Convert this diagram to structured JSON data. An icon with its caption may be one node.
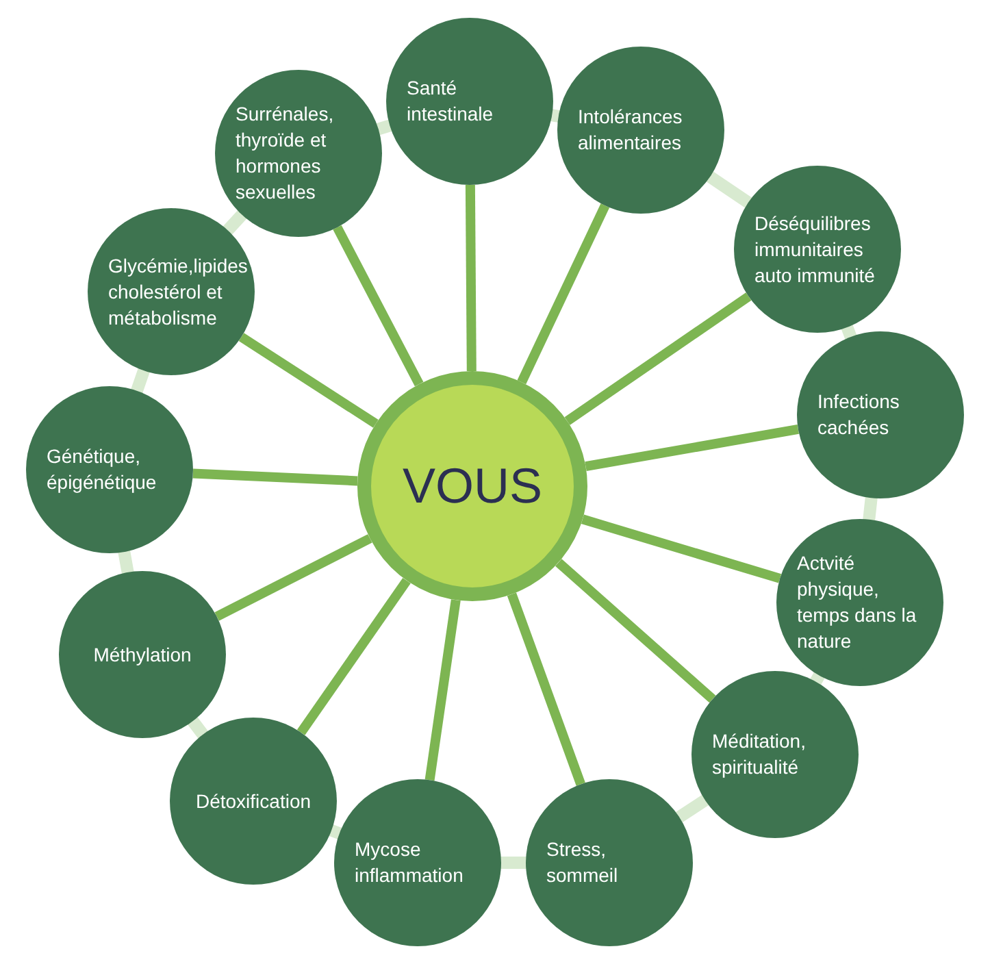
{
  "diagram": {
    "nodes": [
      {
        "text": [
          "VOUS"
        ]
      },
      {
        "text": [
          "Santé intestinale"
        ]
      },
      {
        "text": [
          "Intolérances alimentaires"
        ]
      },
      {
        "text": [
          "Déséquilibres immunitaires auto immunité"
        ]
      },
      {
        "text": [
          "Infections cachées"
        ]
      },
      {
        "text": [
          "Actvité physique, temps dans la nature"
        ]
      },
      {
        "text": [
          "Méditation, spiritualité"
        ]
      },
      {
        "text": [
          "Stress, sommeil"
        ]
      },
      {
        "text": [
          "Mycose inflammation"
        ]
      },
      {
        "text": [
          "Détoxification"
        ]
      },
      {
        "text": [
          "Méthylation"
        ]
      },
      {
        "text": [
          "Génétique, épigénétique"
        ]
      },
      {
        "text": [
          "Glycémie,lipides cholestérol et métabolisme"
        ]
      },
      {
        "text": [
          "Surrénales, thyroïde et hormones sexuelles"
        ]
      }
    ],
    "edges": [
      {
        "from": 0,
        "to": 1,
        "arrow": "none"
      },
      {
        "from": 0,
        "to": 2,
        "arrow": "none"
      },
      {
        "from": 0,
        "to": 3,
        "arrow": "none"
      },
      {
        "from": 0,
        "to": 4,
        "arrow": "none"
      },
      {
        "from": 0,
        "to": 5,
        "arrow": "none"
      },
      {
        "from": 0,
        "to": 6,
        "arrow": "none"
      },
      {
        "from": 0,
        "to": 7,
        "arrow": "none"
      },
      {
        "from": 0,
        "to": 8,
        "arrow": "none"
      },
      {
        "from": 0,
        "to": 9,
        "arrow": "none"
      },
      {
        "from": 0,
        "to": 10,
        "arrow": "none"
      },
      {
        "from": 0,
        "to": 11,
        "arrow": "none"
      },
      {
        "from": 0,
        "to": 12,
        "arrow": "none"
      },
      {
        "from": 0,
        "to": 13,
        "arrow": "none"
      }
    ]
  }
}
